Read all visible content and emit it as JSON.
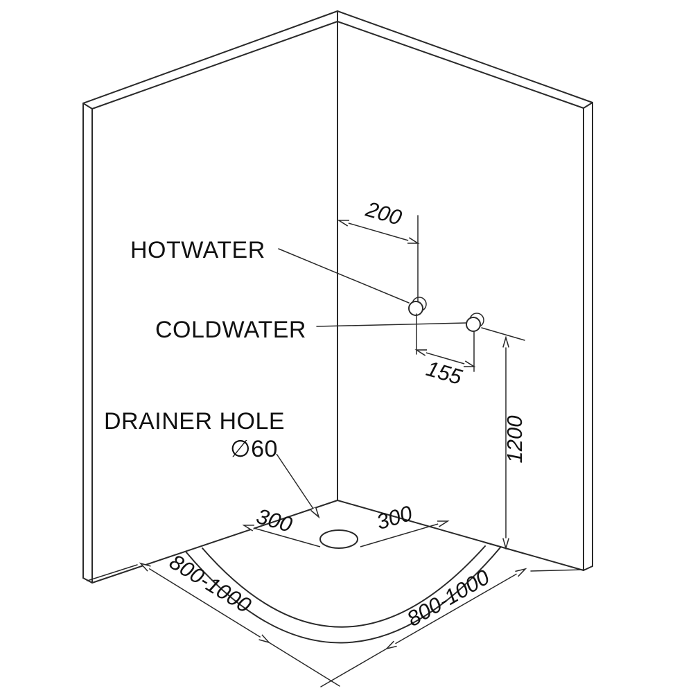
{
  "diagram": {
    "title": "shower-enclosure-installation-diagram",
    "labels": {
      "hotwater": "HOTWATER",
      "coldwater": "COLDWATER",
      "drainer_hole": "DRAINER HOLE",
      "drainer_diameter": "∅60"
    },
    "dimensions": {
      "hot_offset": "200",
      "hot_cold_spacing": "155",
      "outlet_height": "1200",
      "drain_left": "300",
      "drain_right": "300",
      "left_wall_width": "800-1000",
      "right_wall_width": "800-1000"
    },
    "colors": {
      "line": "#2a2a2a",
      "text": "#111111",
      "background": "#ffffff"
    }
  }
}
